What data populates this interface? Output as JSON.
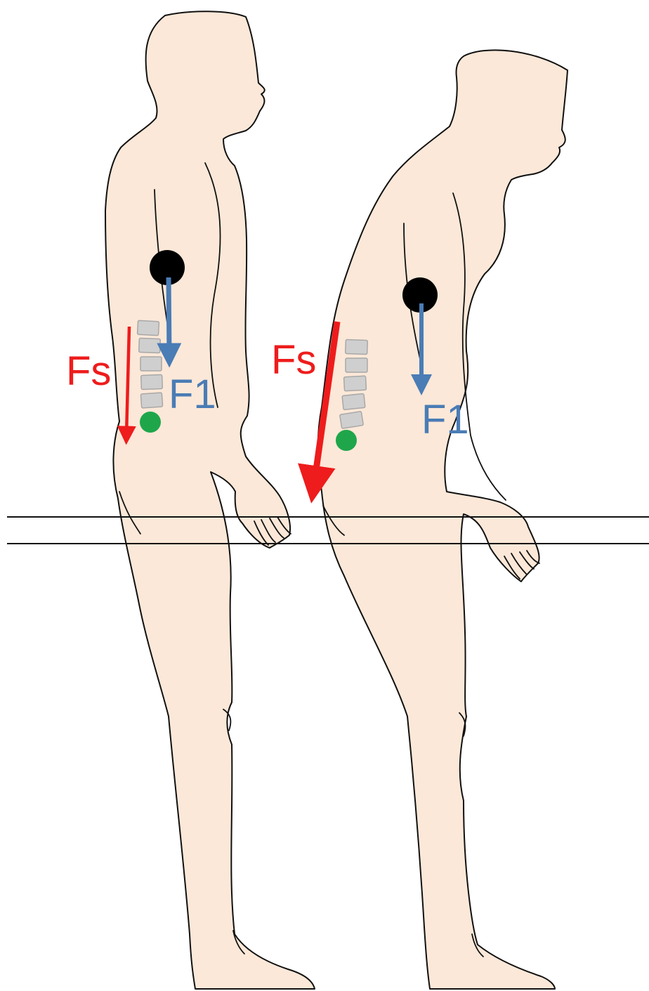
{
  "figures": [
    {
      "id": "upright",
      "labels": {
        "spinal_force": "Fs",
        "load_force": "F1"
      }
    },
    {
      "id": "flexed",
      "labels": {
        "spinal_force": "Fs",
        "load_force": "F1"
      }
    }
  ],
  "colors": {
    "skin": "#fce8d8",
    "outline": "#111111",
    "center_of_mass": "#000000",
    "spinal_force": "#ee1c1c",
    "load_force": "#4a7cb5",
    "vertebra": "#cfcfcf",
    "sacrum_marker": "#1fa64a",
    "reference_line": "#111111"
  }
}
